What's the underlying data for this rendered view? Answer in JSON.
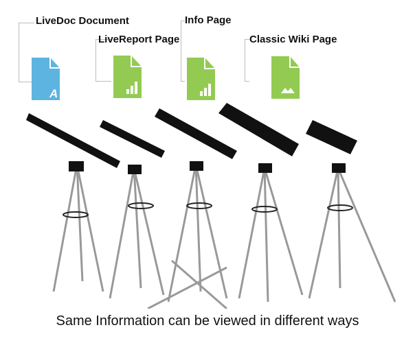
{
  "page_types": [
    {
      "label": "LiveDoc Document",
      "icon": "document-text-icon",
      "color": "#5db4e0"
    },
    {
      "label": "LiveReport Page",
      "icon": "document-chart-icon",
      "color": "#93cb52"
    },
    {
      "label": "Info Page",
      "icon": "document-chart-icon",
      "color": "#93cb52"
    },
    {
      "label": "Classic Wiki Page",
      "icon": "document-image-icon",
      "color": "#93cb52"
    }
  ],
  "icon_letter": "A",
  "caption": "Same Information can  be viewed in different ways"
}
